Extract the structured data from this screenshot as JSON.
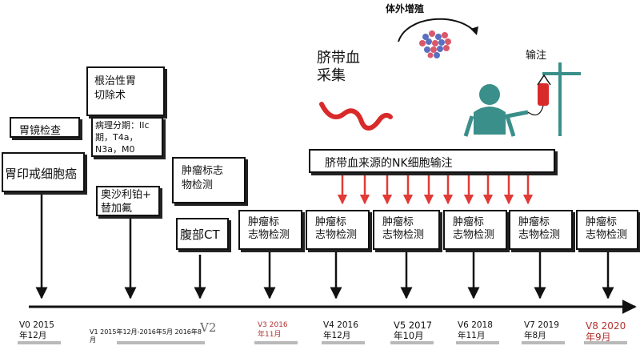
{
  "colors": {
    "line": "#111111",
    "arrow_red": "#e23a36",
    "red_text": "#b2322e",
    "patient": "#3a8f8a",
    "blood": "#d92a2a"
  },
  "top": {
    "expansion_label": "体外增殖",
    "infusion_label": "输注",
    "cord_blood_label": "脐带血\n采集",
    "nk_infusion_label": "脐带血来源的NK细胞输注"
  },
  "left": {
    "gastroscopy": "胃镜检查",
    "diagnosis": "胃印戒细胞癌",
    "surgery": "根治性胃\n切除术",
    "pathology": "病理分期：IIc\n期，T4a，\nN3a，M0",
    "chemo": "奥沙利铂+\n替加氟",
    "tumor_marker_1": "肿瘤标志\n物检测",
    "abdominal_ct": "腹部CT"
  },
  "followups": [
    {
      "label": "肿瘤标\n志物检测"
    },
    {
      "label": "肿瘤标\n志物检测"
    },
    {
      "label": "肿瘤标\n志物检测"
    },
    {
      "label": "肿瘤标\n志物检测"
    },
    {
      "label": "肿瘤标\n志物检测"
    },
    {
      "label": "肿瘤标\n志物检测"
    }
  ],
  "timeline": {
    "v0": "V0 2015\n年12月",
    "v1": "V1 2015年12月-2016年5月 2016年8\n月",
    "v2": "V2",
    "v3": "V3 2016\n年11月",
    "v4": "V4 2016\n年12月",
    "v5": "V5 2017\n年10月",
    "v6": "V6 2018\n年11月",
    "v7": "V7 2019\n年8月",
    "v8": "V8 2020\n年9月"
  }
}
